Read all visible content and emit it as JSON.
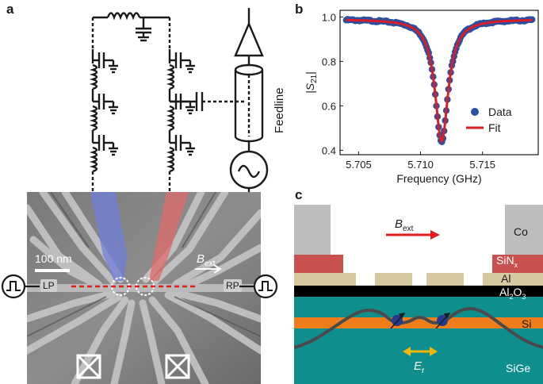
{
  "panels": {
    "a": {
      "letter": "a",
      "feedline_label": "Feedline",
      "scale_bar_label": "100 nm",
      "bext_main": "B",
      "bext_sub": "ext",
      "left_plunger": "LP",
      "right_plunger": "RP",
      "colors": {
        "left_gate": "#6f7fd8",
        "right_gate": "#e06a6a",
        "dqd_axis": "#e01e1e"
      }
    },
    "b": {
      "letter": "b"
    },
    "c": {
      "letter": "c",
      "bext_main": "B",
      "bext_sub": "ext",
      "layers": {
        "co": "Co",
        "sin_main": "SiN",
        "sin_sub": "x",
        "al": "Al",
        "al2o3_a": "Al",
        "al2o3_a_sub": "2",
        "al2o3_b": "O",
        "al2o3_b_sub": "3",
        "si": "Si",
        "sige": "SiGe"
      },
      "er_main": "E",
      "er_sub": "r",
      "colors": {
        "co": "#bdbdbd",
        "sinx": "#c8504f",
        "al": "#d6c9a0",
        "al2o3": "#000000",
        "sige": "#0e8e8c",
        "si": "#f07d1b",
        "potential": "#4a4a4a",
        "electron": "#233a8f",
        "bext_arrow": "#e01e1e",
        "er_arrow": "#f2b705"
      }
    }
  },
  "chart_data": {
    "type": "line",
    "title": "",
    "xlabel": "Frequency (GHz)",
    "ylabel_main": "|S",
    "ylabel_sub": "21",
    "ylabel_end": "|",
    "xlim": [
      5.7035,
      5.7195
    ],
    "ylim": [
      0.38,
      1.03
    ],
    "xticks": [
      "5.705",
      "5.710",
      "5.715"
    ],
    "xtick_values": [
      5.705,
      5.71,
      5.715
    ],
    "yticks": [
      "0.4",
      "0.6",
      "0.8",
      "1.0"
    ],
    "ytick_values": [
      0.4,
      0.6,
      0.8,
      1.0
    ],
    "legend_position": "bottom-right",
    "resonance": {
      "f0": 5.7117,
      "depth": 0.55,
      "halfwidth": 0.00065,
      "baseline": 0.99
    },
    "series": [
      {
        "name": "Data",
        "style": "markers",
        "color": "#2e4ea0",
        "x": [
          5.704,
          5.705,
          5.706,
          5.707,
          5.708,
          5.709,
          5.71,
          5.7105,
          5.711,
          5.7113,
          5.7115,
          5.7117,
          5.7119,
          5.7121,
          5.7124,
          5.713,
          5.7135,
          5.714,
          5.715,
          5.716,
          5.717,
          5.718,
          5.719
        ],
        "y": [
          0.99,
          0.99,
          0.987,
          0.985,
          0.978,
          0.968,
          0.925,
          0.85,
          0.7,
          0.58,
          0.5,
          0.445,
          0.48,
          0.56,
          0.68,
          0.84,
          0.9,
          0.94,
          0.965,
          0.978,
          0.985,
          0.988,
          0.99
        ]
      },
      {
        "name": "Fit",
        "style": "line",
        "color": "#d81f26",
        "x": [
          5.704,
          5.705,
          5.706,
          5.707,
          5.708,
          5.709,
          5.71,
          5.7105,
          5.711,
          5.7113,
          5.7115,
          5.7117,
          5.7119,
          5.7121,
          5.7124,
          5.713,
          5.7135,
          5.714,
          5.715,
          5.716,
          5.717,
          5.718,
          5.719
        ],
        "y": [
          0.99,
          0.99,
          0.987,
          0.985,
          0.978,
          0.968,
          0.925,
          0.85,
          0.7,
          0.58,
          0.5,
          0.445,
          0.48,
          0.56,
          0.68,
          0.84,
          0.9,
          0.94,
          0.965,
          0.978,
          0.985,
          0.988,
          0.99
        ]
      }
    ]
  }
}
